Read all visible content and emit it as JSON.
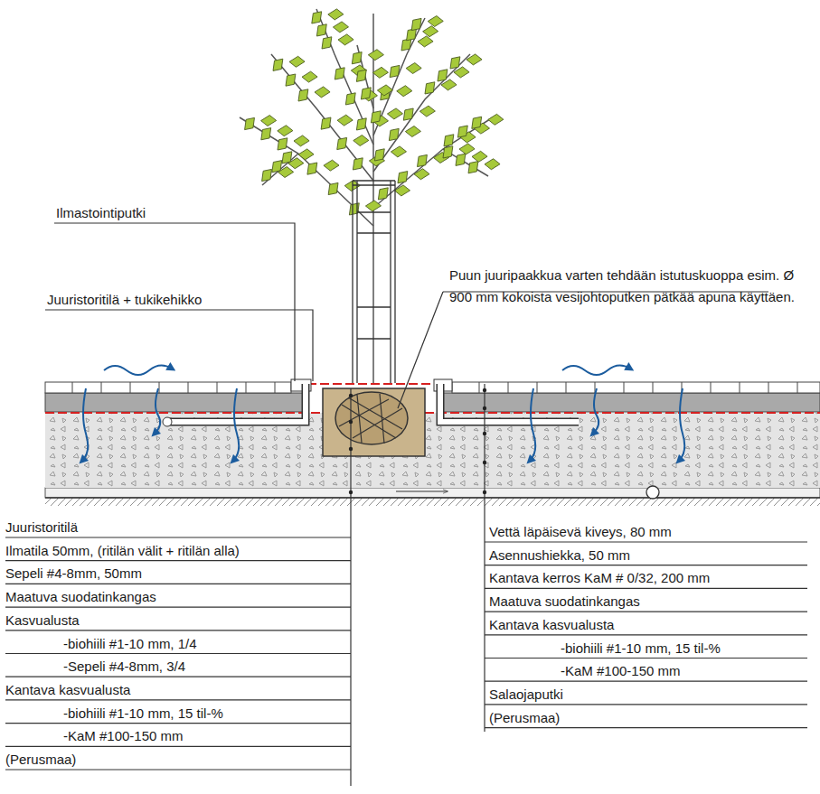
{
  "diagram": {
    "labels": [
      "Ilmastointiputki",
      "Juuristoritilä + tukikehikko",
      "Puun juuripaakkua varten tehdään istutuskuoppa esim. Ø 900 mm kokoista vesijohtoputken pätkää apuna käyttäen.",
      "Juuristoritilä",
      "Ilmatila 50mm, (ritilän välit + ritilän alla)",
      "Sepeli #4-8mm, 50mm",
      "Maatuva suodatinkangas",
      "Kasvualusta",
      "-biohiili #1-10 mm, 1/4",
      "-Sepeli #4-8mm, 3/4",
      "Kantava kasvualusta",
      "-biohiili #1-10 mm, 15 til-%",
      "-KaM #100-150 mm",
      "(Perusmaa)",
      "Vettä läpäisevä kiveys, 80 mm",
      "Asennushiekka, 50 mm",
      "Kantava kerros KaM # 0/32, 200 mm",
      "Maatuva suodatinkangas",
      "Kantava kasvualusta",
      "-biohiili #1-10 mm, 15 til-%",
      "-KaM #100-150 mm",
      "Salaojaputki",
      "(Perusmaa)"
    ]
  }
}
